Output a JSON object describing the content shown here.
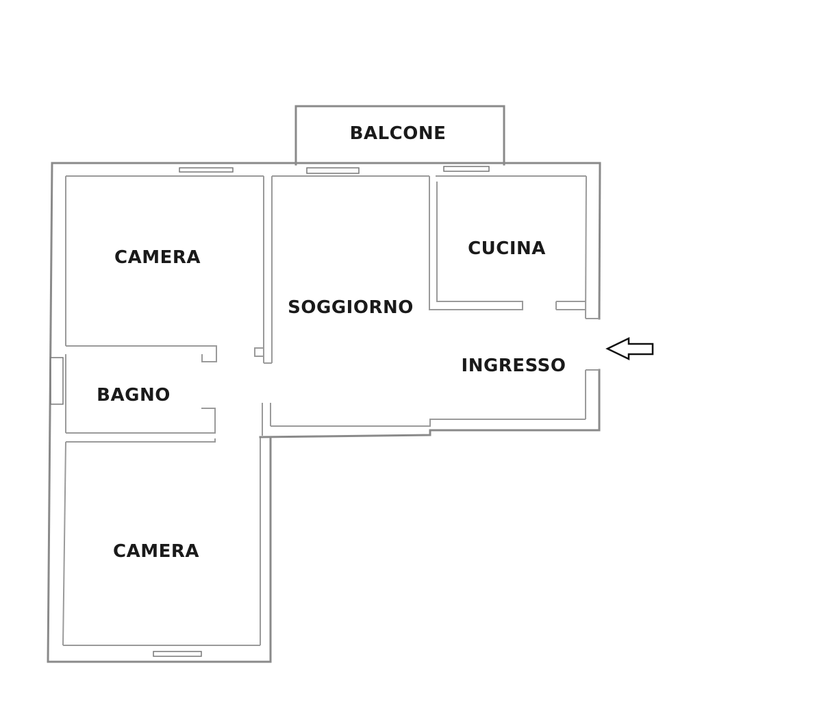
{
  "rooms": {
    "balcone": "BALCONE",
    "camera_top": "CAMERA",
    "soggiorno": "SOGGIORNO",
    "cucina": "CUCINA",
    "ingresso": "INGRESSO",
    "bagno": "BAGNO",
    "camera_bottom": "CAMERA"
  },
  "icons": {
    "entrance": "entrance-arrow-icon"
  },
  "colors": {
    "wall": "#8a8a8a",
    "text": "#1a1a1a",
    "background": "#ffffff"
  }
}
